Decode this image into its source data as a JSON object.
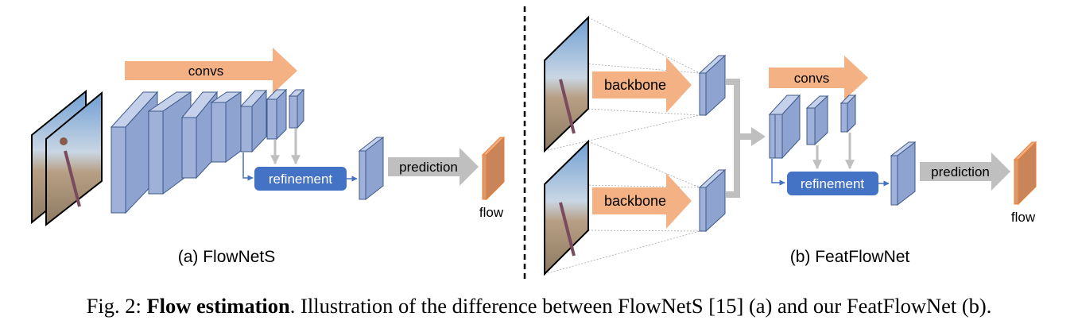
{
  "colors": {
    "conv_fill": "#9fb1d8",
    "conv_stroke": "#3d5a8a",
    "convs_arrow": "#f4b183",
    "refinement": "#4472c4",
    "prediction_arrow": "#bfbfbf",
    "flow_fill": "#c9845a",
    "flow_stroke": "#ed7d31",
    "divider": "#000000"
  },
  "panel_a": {
    "convs_label": "convs",
    "refinement_label": "refinement",
    "prediction_label": "prediction",
    "flow_label": "flow",
    "caption": "(a) FlowNetS"
  },
  "panel_b": {
    "backbone_top_label": "backbone",
    "backbone_bottom_label": "backbone",
    "convs_label": "convs",
    "refinement_label": "refinement",
    "prediction_label": "prediction",
    "flow_label": "flow",
    "caption": "(b) FeatFlowNet"
  },
  "figure_caption": {
    "prefix": "Fig. 2: ",
    "bold": "Flow estimation",
    "rest": ". Illustration of the difference between FlowNetS [15] (a) and our FeatFlowNet (b)."
  }
}
